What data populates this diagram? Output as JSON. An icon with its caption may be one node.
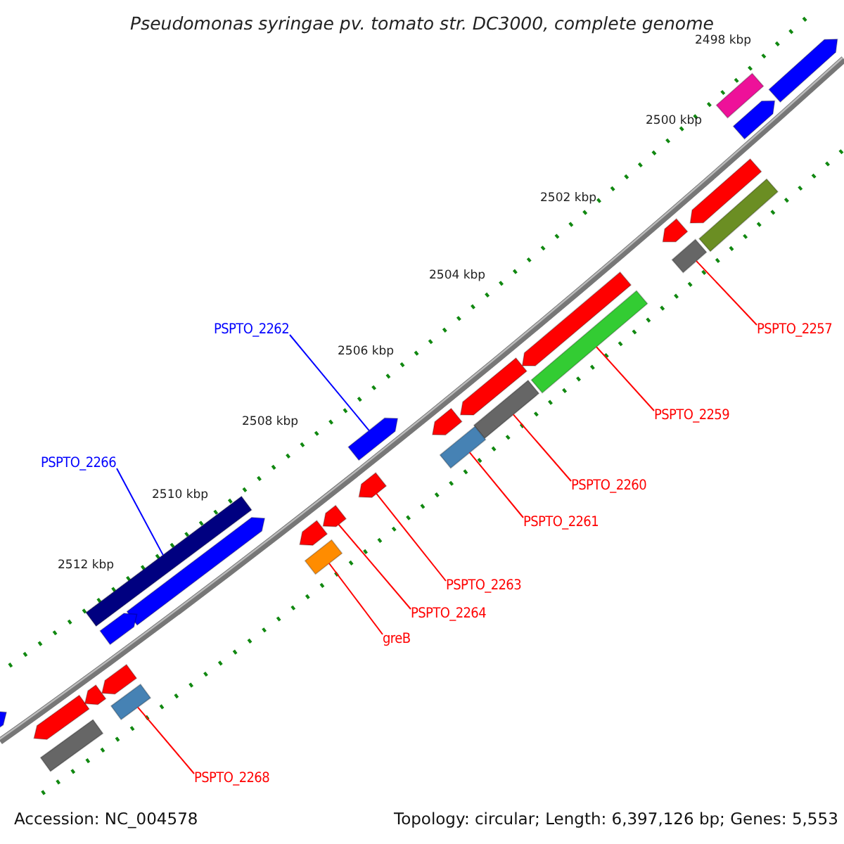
{
  "diagram": {
    "title": "Pseudomonas syringae pv. tomato str. DC3000, complete genome",
    "nodes": [
      {
        "text": [
          "PSPTO_2262"
        ]
      },
      {
        "text": [],
        "shape": "arrow"
      },
      {
        "text": [
          "PSPTO_2266"
        ]
      },
      {
        "text": [],
        "shape": "box"
      },
      {
        "text": [
          "PSPTO_2257"
        ]
      },
      {
        "text": [],
        "shape": "box"
      },
      {
        "text": [
          "PSPTO_2259"
        ]
      },
      {
        "text": [],
        "shape": "box"
      },
      {
        "text": [
          "PSPTO_2260"
        ]
      },
      {
        "text": [],
        "shape": "box"
      },
      {
        "text": [
          "PSPTO_2261"
        ]
      },
      {
        "text": [],
        "shape": "box"
      },
      {
        "text": [
          "PSPTO_2263"
        ]
      },
      {
        "text": [],
        "shape": "arrow"
      },
      {
        "text": [
          "PSPTO_2264"
        ]
      },
      {
        "text": [],
        "shape": "arrow"
      },
      {
        "text": [
          "greB"
        ]
      },
      {
        "text": [],
        "shape": "box"
      },
      {
        "text": [
          "PSPTO_2268"
        ]
      },
      {
        "text": [],
        "shape": "box"
      },
      {
        "text": [],
        "shape": "arrow"
      },
      {
        "text": [],
        "shape": "box"
      },
      {
        "text": [],
        "shape": "arrow"
      },
      {
        "text": [],
        "shape": "arrow"
      },
      {
        "text": [],
        "shape": "arrow"
      },
      {
        "text": [],
        "shape": "arrow"
      },
      {
        "text": [],
        "shape": "arrow"
      },
      {
        "text": [],
        "shape": "box"
      },
      {
        "text": [],
        "shape": "arrow"
      },
      {
        "text": [],
        "shape": "arrow"
      },
      {
        "text": [],
        "shape": "arrow"
      },
      {
        "text": [],
        "shape": "arrow"
      },
      {
        "text": [],
        "shape": "arrow"
      },
      {
        "text": [],
        "shape": "arrow"
      },
      {
        "text": [],
        "shape": "box"
      },
      {
        "text": [],
        "shape": "arrow"
      },
      {
        "text": [],
        "shape": "arrow"
      }
    ],
    "edges": [
      {
        "from": 0,
        "to": 1,
        "arrow": "none",
        "color": "#0000ff"
      },
      {
        "from": 2,
        "to": 3,
        "arrow": "none",
        "color": "#0000ff"
      },
      {
        "from": 4,
        "to": 5,
        "arrow": "none"
      },
      {
        "from": 6,
        "to": 7,
        "arrow": "none"
      },
      {
        "from": 8,
        "to": 9,
        "arrow": "none"
      },
      {
        "from": 10,
        "to": 11,
        "arrow": "none"
      },
      {
        "from": 12,
        "to": 13,
        "arrow": "none"
      },
      {
        "from": 14,
        "to": 15,
        "arrow": "none"
      },
      {
        "from": 16,
        "to": 17,
        "arrow": "none"
      },
      {
        "from": 18,
        "to": 19,
        "arrow": "none"
      }
    ],
    "labels": [
      "2498 kbp",
      "2500 kbp",
      "2502 kbp",
      "2504 kbp",
      "2506 kbp",
      "2508 kbp",
      "2510 kbp",
      "2512 kbp",
      "Accession: NC_004578",
      "Topology: circular; Length: 6,397,126 bp; Genes: 5,553"
    ]
  }
}
